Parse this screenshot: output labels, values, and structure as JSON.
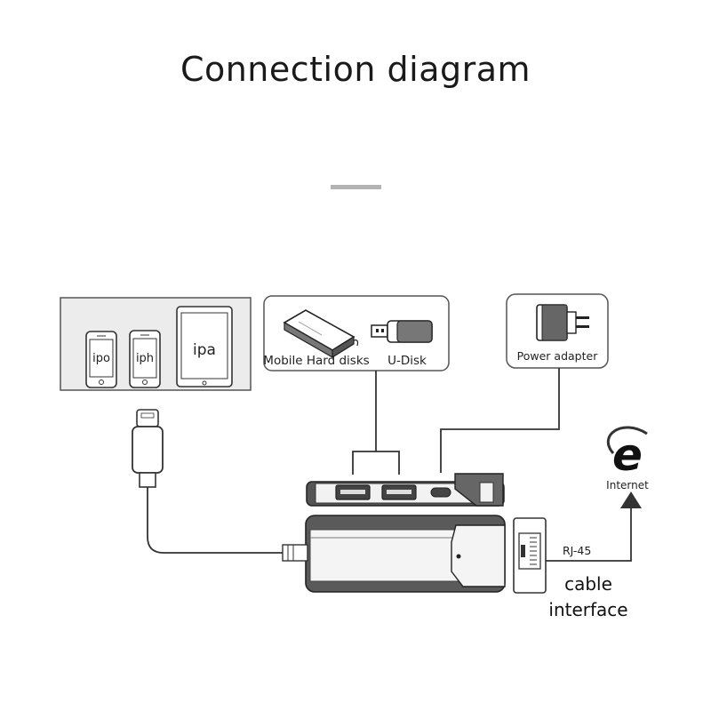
{
  "title": "Connection diagram",
  "devices": {
    "ipod_label": "ipo",
    "iphone_label": "iph",
    "ipad_label": "ipa"
  },
  "storage": {
    "hard_disk_label": "Mobile Hard disks",
    "udisk_label": "U-Disk"
  },
  "power": {
    "adapter_label": "Power adapter"
  },
  "network": {
    "internet_label": "Internet",
    "rj45_label": "RJ-45",
    "cable_line1": "cable",
    "cable_line2": "interface"
  },
  "icons": [
    "ipod-icon",
    "iphone-icon",
    "ipad-icon",
    "hard-disk-icon",
    "usb-drive-icon",
    "power-adapter-icon",
    "internet-explorer-icon",
    "lightning-connector-icon",
    "ethernet-port-icon",
    "hub-device-icon"
  ]
}
